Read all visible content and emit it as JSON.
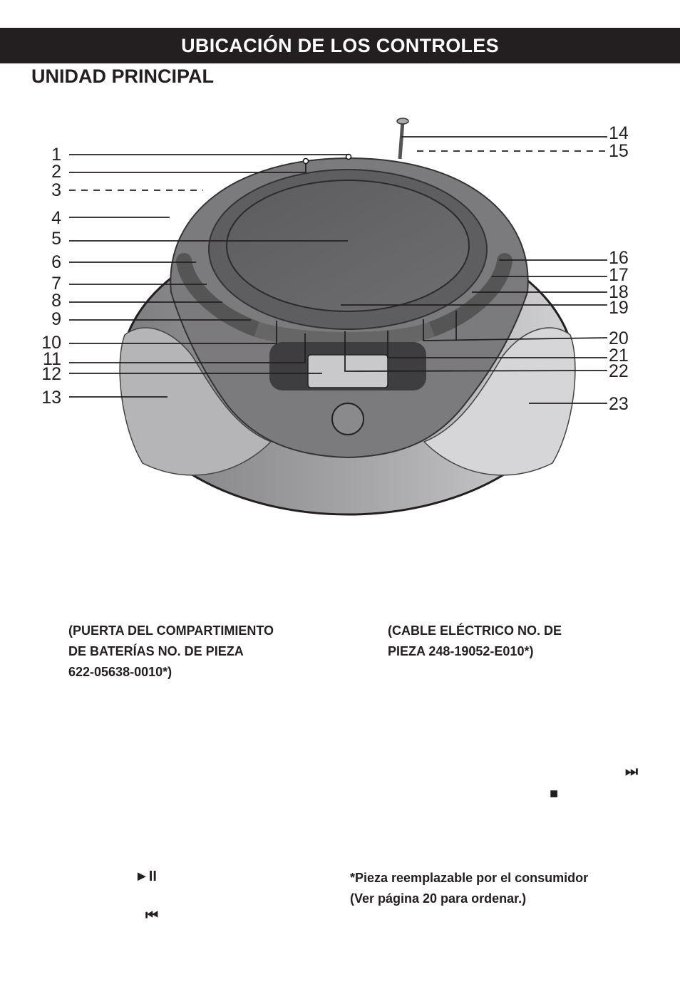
{
  "header": {
    "title": "UBICACIÓN DE LOS CONTROLES"
  },
  "section": {
    "title": "UNIDAD PRINCIPAL"
  },
  "callouts": {
    "left": [
      "1",
      "2",
      "3",
      "4",
      "5",
      "6",
      "7",
      "8",
      "9",
      "10",
      "11",
      "12",
      "13"
    ],
    "right": [
      "14",
      "15",
      "16",
      "17",
      "18",
      "19",
      "20",
      "21",
      "22",
      "23"
    ]
  },
  "notes": {
    "battery_door": [
      "(PUERTA DEL COMPARTIMIENTO",
      "DE BATERÍAS  NO. DE PIEZA",
      "622-05638-0010*)"
    ],
    "power_cord": [
      "(CABLE ELÉCTRICO NO. DE",
      "PIEZA 248-19052-E010*)"
    ],
    "consumer": [
      "*Pieza reemplazable por el consumidor",
      "(Ver página 20 para ordenar.)"
    ]
  },
  "symbols": {
    "skip_forward": "⏭",
    "stop": "■",
    "play_pause": "►II",
    "skip_back": "⏮"
  }
}
